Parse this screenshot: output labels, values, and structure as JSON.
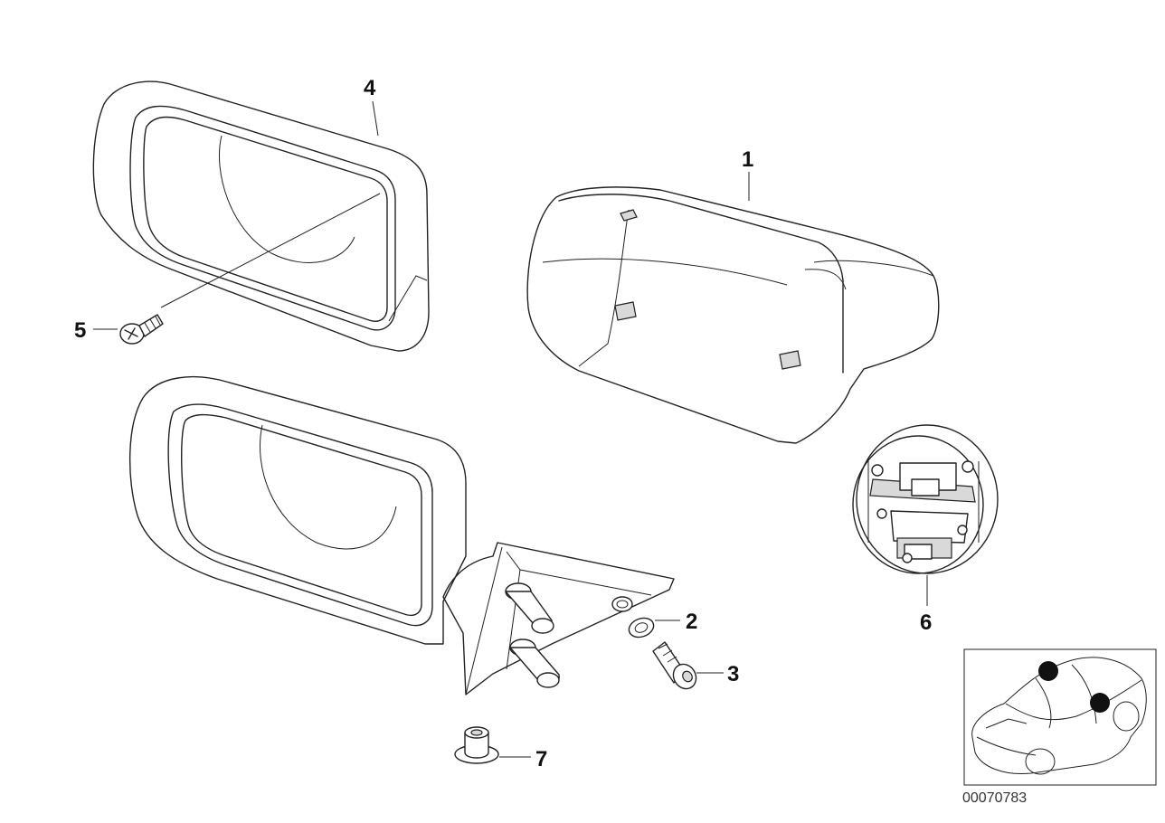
{
  "parts": [
    {
      "id": "mirror-housing-cap",
      "callout": "1"
    },
    {
      "id": "washer",
      "callout": "2"
    },
    {
      "id": "bolt",
      "callout": "3"
    },
    {
      "id": "mirror-glass-frame",
      "callout": "4"
    },
    {
      "id": "screw",
      "callout": "5"
    },
    {
      "id": "mirror-motor",
      "callout": "6"
    },
    {
      "id": "grommet",
      "callout": "7"
    }
  ],
  "document_number": "00070783"
}
